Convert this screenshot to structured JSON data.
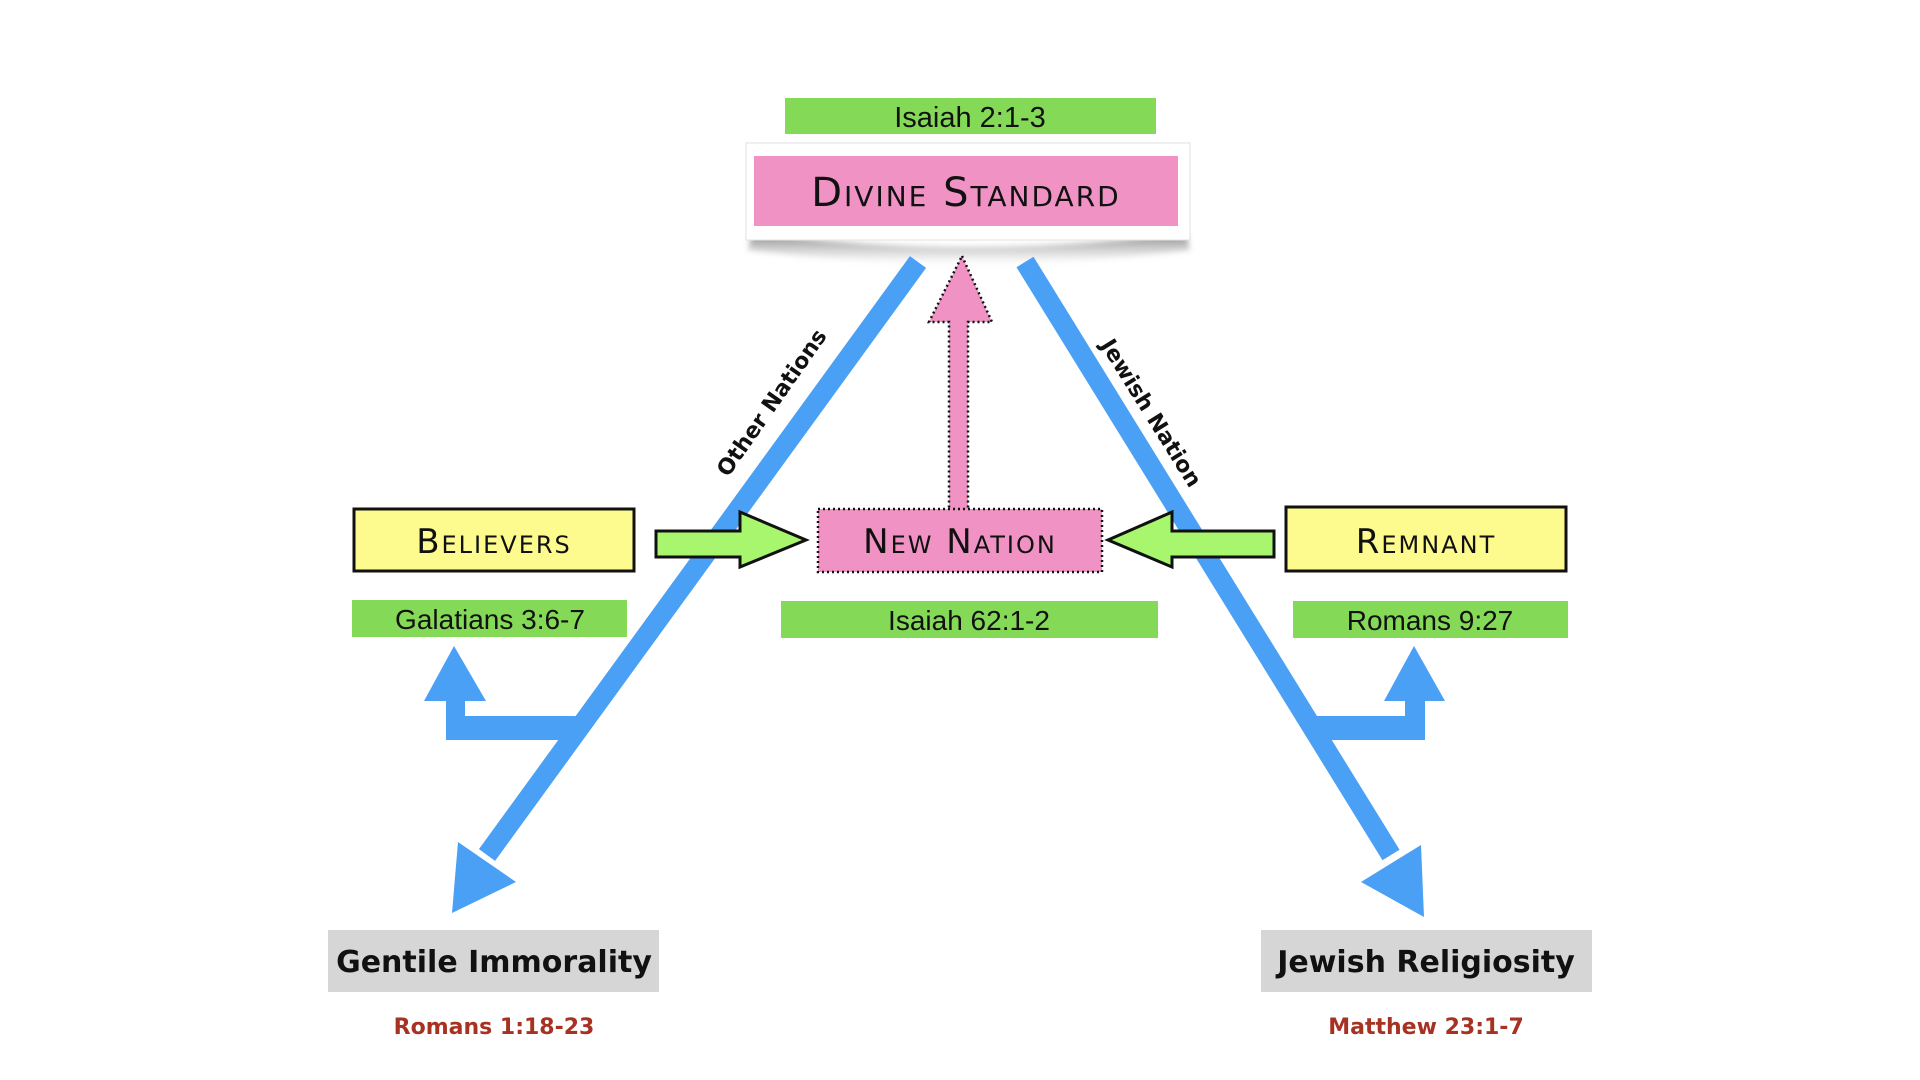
{
  "colors": {
    "blue": "#4aa0f5",
    "green_box": "#84d957",
    "green_arrow": "#a8f56e",
    "pink": "#f093c4",
    "yellow": "#fdfb8d",
    "gray": "#d6d6d6",
    "red_text": "#a83222"
  },
  "top": {
    "reference": "Isaiah 2:1-3",
    "title": "Divine Standard"
  },
  "left_path": {
    "label": "Other Nations",
    "box": "Believers",
    "box_reference": "Galatians 3:6-7",
    "destination": "Gentile Immorality",
    "destination_reference": "Romans 1:18-23"
  },
  "center": {
    "box": "New Nation",
    "reference": "Isaiah 62:1-2"
  },
  "right_path": {
    "label": "Jewish Nation",
    "box": "Remnant",
    "box_reference": "Romans 9:27",
    "destination": "Jewish Religiosity",
    "destination_reference": "Matthew 23:1-7"
  }
}
